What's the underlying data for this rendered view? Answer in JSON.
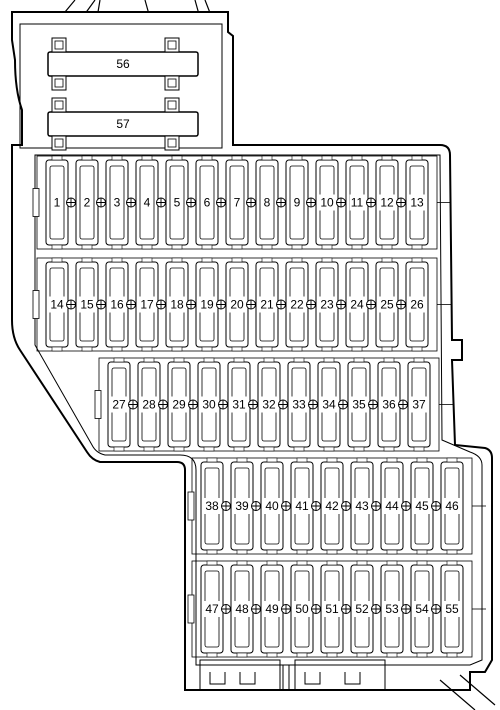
{
  "relays": [
    {
      "id": "relay-56",
      "label": "56"
    },
    {
      "id": "relay-57",
      "label": "57"
    }
  ],
  "fuse_rows": [
    {
      "name": "row-1",
      "labels": [
        "1",
        "2",
        "3",
        "4",
        "5",
        "6",
        "7",
        "8",
        "9",
        "10",
        "11",
        "12",
        "13"
      ]
    },
    {
      "name": "row-2",
      "labels": [
        "14",
        "15",
        "16",
        "17",
        "18",
        "19",
        "20",
        "21",
        "22",
        "23",
        "24",
        "25",
        "26"
      ]
    },
    {
      "name": "row-3",
      "labels": [
        "27",
        "28",
        "29",
        "30",
        "31",
        "32",
        "33",
        "34",
        "35",
        "36",
        "37"
      ]
    },
    {
      "name": "row-4",
      "labels": [
        "38",
        "39",
        "40",
        "41",
        "42",
        "43",
        "44",
        "45",
        "46"
      ]
    },
    {
      "name": "row-5",
      "labels": [
        "47",
        "48",
        "49",
        "50",
        "51",
        "52",
        "53",
        "54",
        "55"
      ]
    }
  ]
}
